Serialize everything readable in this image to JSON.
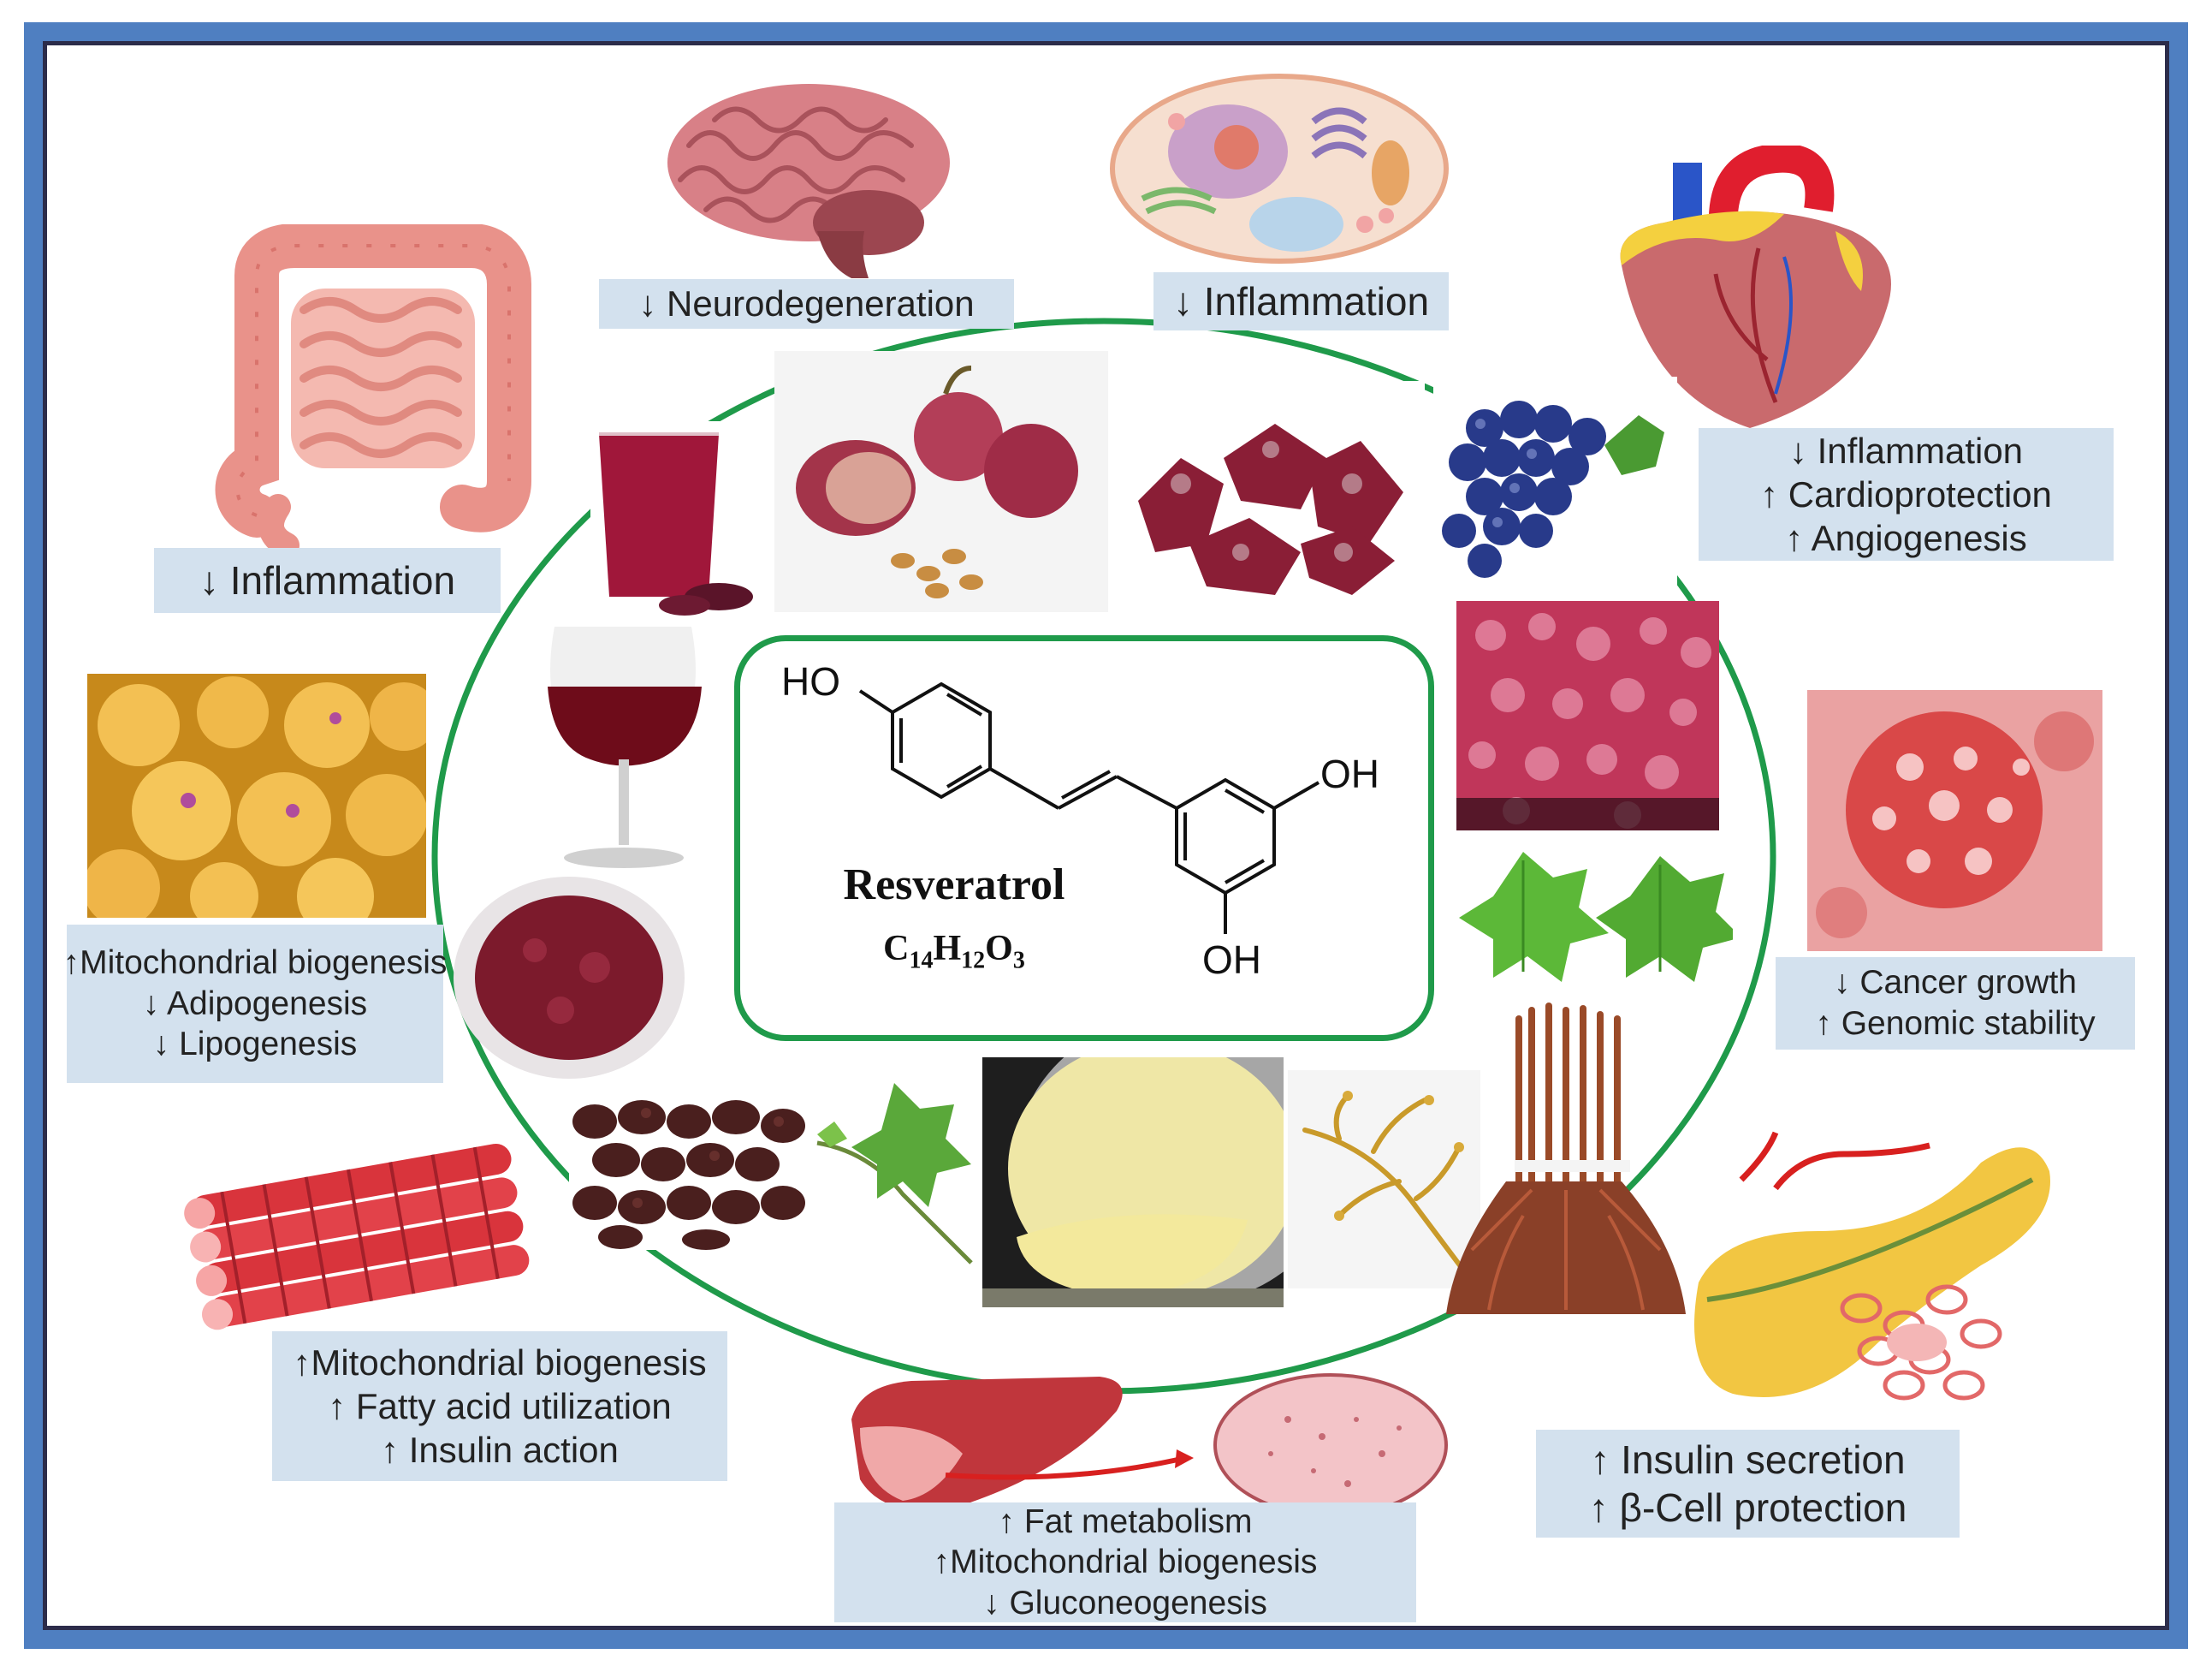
{
  "labels": {
    "intestine": [
      "↓ Inflammation"
    ],
    "brain": [
      "↓ Neurodegeneration"
    ],
    "cell": [
      "↓ Inflammation"
    ],
    "heart": [
      "↓ Inflammation",
      "↑ Cardioprotection",
      "↑ Angiogenesis"
    ],
    "adipose": [
      "↑Mitochondrial biogenesis",
      "↓ Adipogenesis",
      "↓ Lipogenesis"
    ],
    "cancer": [
      "↓ Cancer growth",
      "↑ Genomic stability"
    ],
    "muscle": [
      "↑Mitochondrial biogenesis",
      "↑ Fatty acid utilization",
      "↑ Insulin action"
    ],
    "pancreas": [
      "↑ Insulin secretion",
      "↑ β-Cell protection"
    ],
    "liver": [
      "↑ Fat metabolism",
      "↑Mitochondrial biogenesis",
      "↓ Gluconeogenesis"
    ]
  },
  "molecule": {
    "name": "Resveratrol",
    "formula": {
      "c": "C",
      "c_n": "14",
      "h": "H",
      "h_n": "12",
      "o": "O",
      "o_n": "3"
    },
    "group_top": "HO",
    "group_right": "OH",
    "group_bottom": "OH"
  },
  "colors": {
    "frame": "#4f7fc1",
    "frame_inner": "#2c2c4a",
    "ellipse": "#1f9a4a",
    "label_bg": "#d3e1ee"
  }
}
